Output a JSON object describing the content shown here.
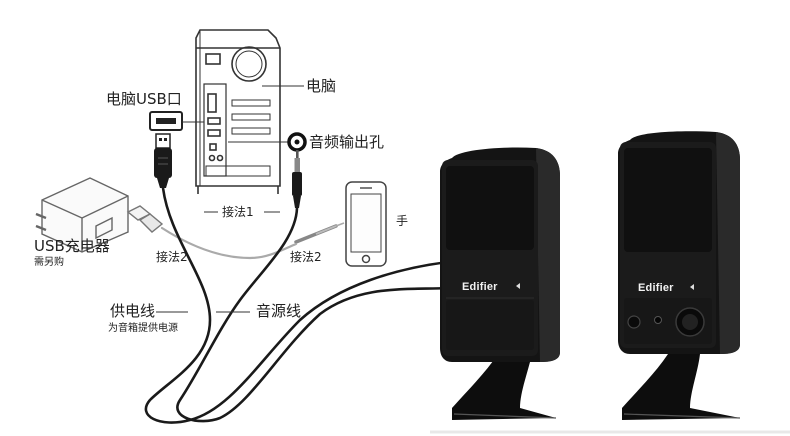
{
  "labels": {
    "computer": "电脑",
    "computer_usb_port": "电脑USB口",
    "audio_jack": "音频输出孔",
    "method1": "接法1",
    "method2_left": "接法2",
    "method2_right": "接法2",
    "phone": "手",
    "usb_charger": "USB充电器",
    "usb_charger_note": "需另购",
    "power_cable": "供电线",
    "power_cable_note": "为音箱提供电源",
    "audio_cable": "音源线"
  },
  "speakers": {
    "left_brand": "Edifier",
    "right_brand": "Edifier"
  },
  "colors": {
    "speaker_body": "#111111",
    "speaker_face": "#1c1c1c",
    "cable": "#1a1a1a",
    "line_art": "#333333"
  }
}
